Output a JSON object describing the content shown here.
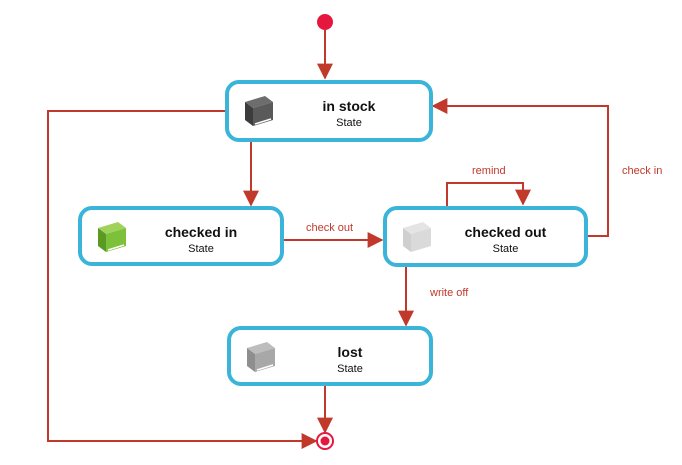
{
  "colors": {
    "state_border": "#3ab4d8",
    "transition": "#c0392b",
    "node": "#e5173f"
  },
  "states": {
    "in_stock": {
      "name": "in stock",
      "stereotype": "State",
      "icon": "book-icon-dark"
    },
    "checked_in": {
      "name": "checked in",
      "stereotype": "State",
      "icon": "book-icon-green"
    },
    "checked_out": {
      "name": "checked out",
      "stereotype": "State",
      "icon": "book-icon-faded"
    },
    "lost": {
      "name": "lost",
      "stereotype": "State",
      "icon": "book-icon-gray"
    }
  },
  "transitions": {
    "check_out": "check out",
    "remind": "remind",
    "check_in": "check in",
    "write_off": "write off"
  }
}
